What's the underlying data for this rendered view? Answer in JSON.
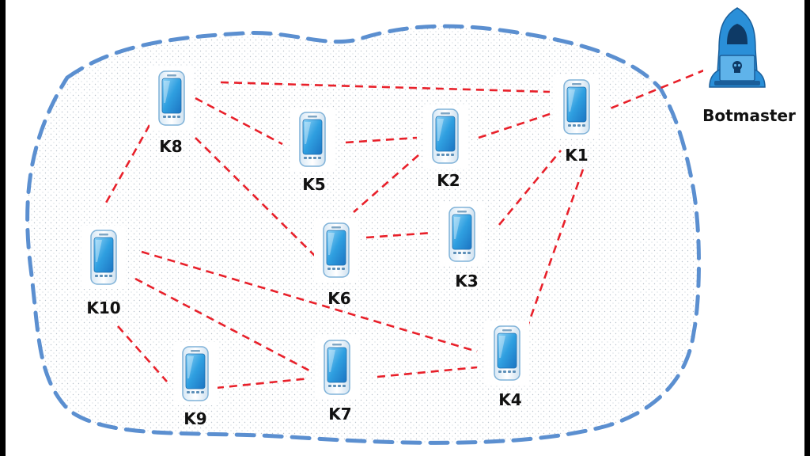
{
  "colors": {
    "background": "#ffffff",
    "frame": "#000000",
    "boundary": "#5b8fd0",
    "stipple": "#b9c2cc",
    "link": "#e8202a",
    "phone_body": "#e9f3fb",
    "phone_screen": "#2f9fe0",
    "botmaster_blue": "#2a8fd8"
  },
  "botmaster": {
    "label": "Botmaster",
    "icon": "hacker-hood-laptop-skull-icon"
  },
  "nodes": [
    {
      "id": "K1",
      "label": "K1",
      "icon": "smartphone-icon"
    },
    {
      "id": "K2",
      "label": "K2",
      "icon": "smartphone-icon"
    },
    {
      "id": "K3",
      "label": "K3",
      "icon": "smartphone-icon"
    },
    {
      "id": "K4",
      "label": "K4",
      "icon": "smartphone-icon"
    },
    {
      "id": "K5",
      "label": "K5",
      "icon": "smartphone-icon"
    },
    {
      "id": "K6",
      "label": "K6",
      "icon": "smartphone-icon"
    },
    {
      "id": "K7",
      "label": "K7",
      "icon": "smartphone-icon"
    },
    {
      "id": "K8",
      "label": "K8",
      "icon": "smartphone-icon"
    },
    {
      "id": "K9",
      "label": "K9",
      "icon": "smartphone-icon"
    },
    {
      "id": "K10",
      "label": "K10",
      "icon": "smartphone-icon"
    }
  ],
  "links": [
    [
      "Botmaster",
      "K1"
    ],
    [
      "K8",
      "K1"
    ],
    [
      "K8",
      "K5"
    ],
    [
      "K8",
      "K6"
    ],
    [
      "K8",
      "K10"
    ],
    [
      "K5",
      "K2"
    ],
    [
      "K2",
      "K1"
    ],
    [
      "K2",
      "K6"
    ],
    [
      "K6",
      "K3"
    ],
    [
      "K3",
      "K1"
    ],
    [
      "K1",
      "K4"
    ],
    [
      "K10",
      "K4"
    ],
    [
      "K10",
      "K7"
    ],
    [
      "K10",
      "K9"
    ],
    [
      "K9",
      "K7"
    ],
    [
      "K7",
      "K4"
    ]
  ]
}
